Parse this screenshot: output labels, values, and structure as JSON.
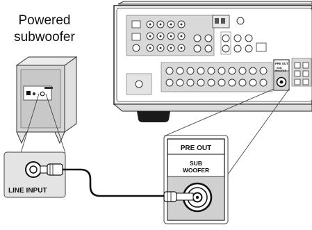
{
  "title_line1": "Powered",
  "title_line2": "subwoofer",
  "subwoofer_label": "LINE INPUT",
  "callout_label1": "PRE OUT",
  "callout_label2a": "SUB",
  "callout_label2b": "WOOFER",
  "receiver_port_label1": "PRE OUT",
  "receiver_port_label2a": "SUB",
  "receiver_port_label2b": "WOOFER"
}
